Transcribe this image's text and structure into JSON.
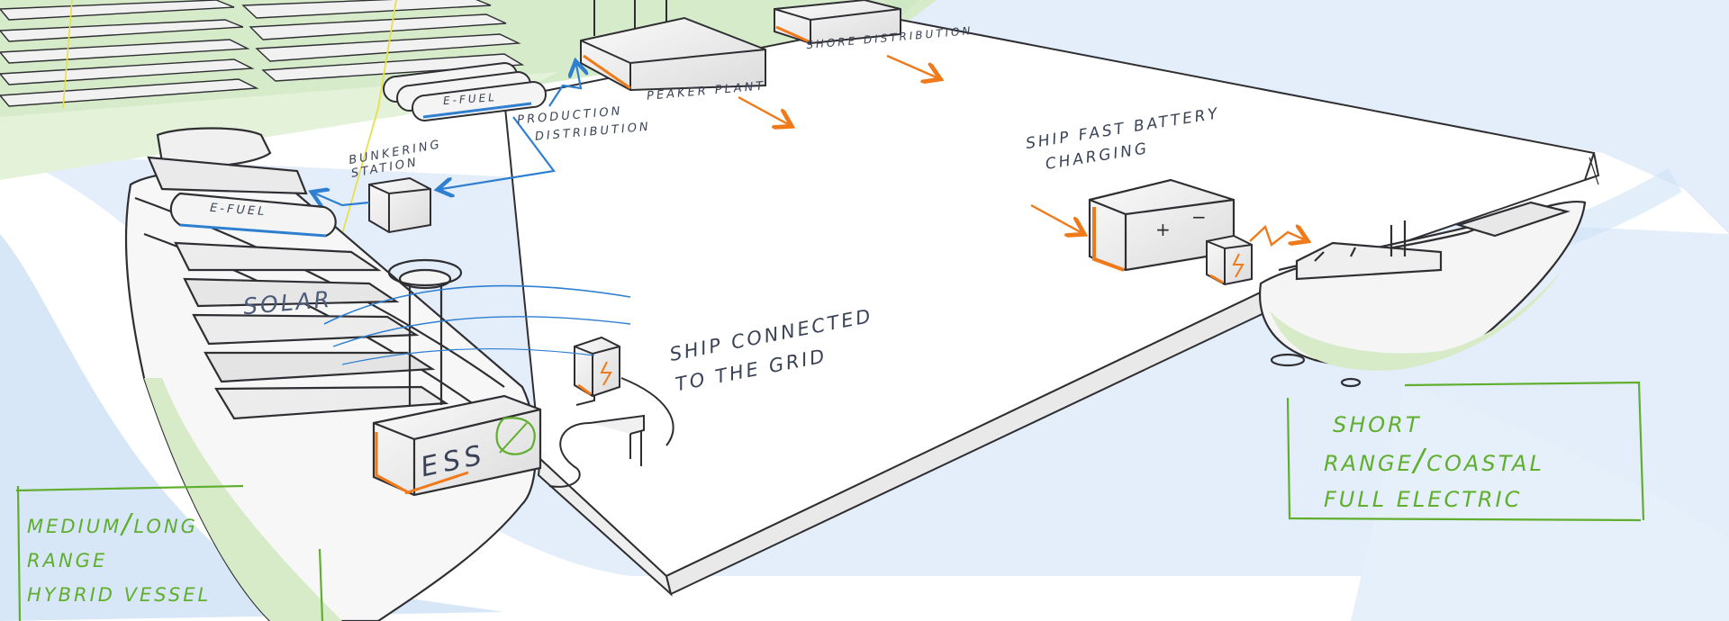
{
  "colors": {
    "ink": "#2f2f33",
    "label_dark": "#3a4356",
    "label_orange": "#c97a3c",
    "label_blue": "#4b71a8",
    "label_green": "#5fae2e",
    "water_blue": "#cfe2f7",
    "grass_green": "#cfe8c4",
    "accent_orange": "#f07a1a",
    "flow_blue": "#2f7fd0"
  },
  "labels": {
    "medium_range": {
      "line1": "Medium",
      "line1b": "Long",
      "line2": "Range",
      "line3": "Hybrid Vessel"
    },
    "short_range": {
      "line1": "Short",
      "line2": "Range",
      "line2b": "Coastal",
      "line3": "Full Electric"
    },
    "ship_connected": {
      "line1": "Ship connected",
      "line2": "to the grid"
    },
    "fast_charging": {
      "line1": "Ship fast battery",
      "line2": "charging"
    },
    "bunkering": {
      "line1": "Bunkering",
      "line2": "station"
    },
    "production": {
      "line1": "Production",
      "line2": "distribution"
    },
    "peaker_plant": "Peaker Plant",
    "shore_distribution": "Shore Distribution",
    "efuel_tank": "E-Fuel",
    "efuel_ship": "E-Fuel",
    "solar": "Solar",
    "ess": "ESS",
    "plus": "+",
    "minus": "−"
  }
}
